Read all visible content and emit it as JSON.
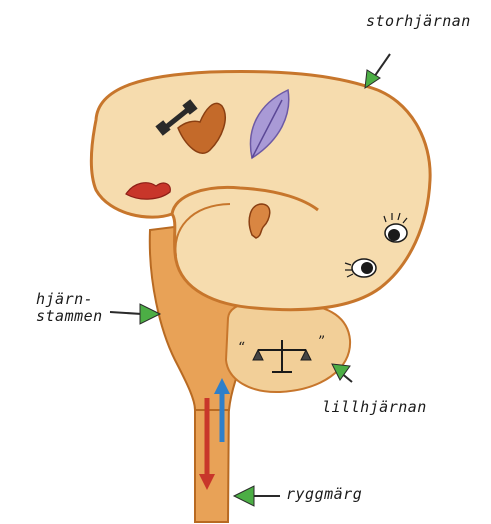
{
  "labels": {
    "storhjarnan": "storhjärnan",
    "hjarnstammen": "hjärn-\nstammen",
    "lillhjarnan": "lillhjärnan",
    "ryggmarg": "ryggmärg"
  },
  "brain_symbol": "“⚖”",
  "colors": {
    "brain_fill": "#f6dcae",
    "brain_outline": "#c7762c",
    "stem_fill": "#e8a257",
    "pointer_green": "#4cae45",
    "heart_red": "#c8362a",
    "feather_purple": "#a99ad6",
    "arrow_blue": "#2f7fc9"
  },
  "icons": [
    "eye-icon",
    "mouth-icon",
    "feather-icon",
    "ear-icon",
    "dumbbell-icon",
    "scale-icon"
  ]
}
